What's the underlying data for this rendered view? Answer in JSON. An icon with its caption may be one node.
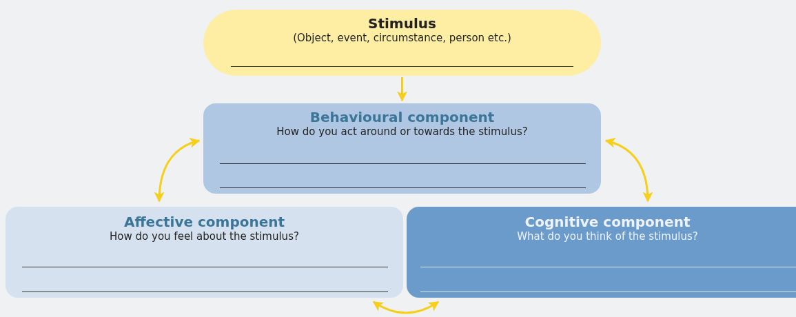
{
  "diagram": {
    "nodes": [
      {
        "text": [
          "Stimulus",
          "(Object, event, circumstance, person etc.)"
        ]
      },
      {
        "text": [
          "Behavioural component",
          "How do you act around or towards the stimulus?"
        ]
      },
      {
        "text": [
          "Affective component",
          "How do you feel about the stimulus?"
        ]
      },
      {
        "text": [
          "Cognitive component",
          "What do you think of the stimulus?"
        ]
      }
    ],
    "edges": [
      {
        "from": 0,
        "to": 1,
        "arrow": "to"
      },
      {
        "from": 1,
        "to": 2,
        "arrow": "both"
      },
      {
        "from": 1,
        "to": 3,
        "arrow": "both"
      },
      {
        "from": 2,
        "to": 3,
        "arrow": "both"
      }
    ]
  }
}
